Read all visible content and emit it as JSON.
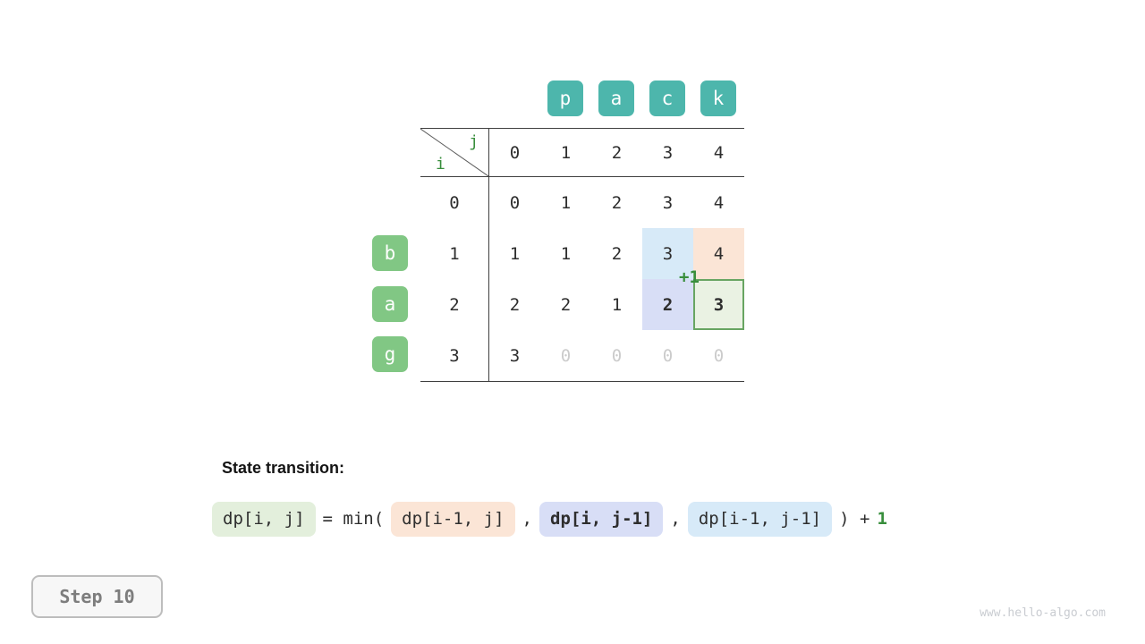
{
  "table": {
    "axis": {
      "i": "i",
      "j": "j"
    },
    "top_chips": [
      "p",
      "a",
      "c",
      "k"
    ],
    "side_chips": [
      "b",
      "a",
      "g"
    ],
    "header": [
      "0",
      "1",
      "2",
      "3",
      "4"
    ],
    "rows": [
      {
        "index": "0",
        "cells": [
          "0",
          "1",
          "2",
          "3",
          "4"
        ]
      },
      {
        "index": "1",
        "cells": [
          "1",
          "1",
          "2",
          "3",
          "4"
        ]
      },
      {
        "index": "2",
        "cells": [
          "2",
          "2",
          "1",
          "2",
          "3"
        ]
      },
      {
        "index": "3",
        "cells": [
          "3",
          "0",
          "0",
          "0",
          "0"
        ]
      }
    ],
    "annotation": "+1"
  },
  "formula": {
    "heading": "State transition:",
    "result_chip": "dp[i, j]",
    "equals_min": "= min(",
    "chip_up": "dp[i-1, j]",
    "comma1": ",",
    "chip_left": "dp[i, j-1]",
    "comma2": ",",
    "chip_diag": "dp[i-1, j-1]",
    "close_paren": ") +",
    "increment": "1"
  },
  "footer": {
    "step_label": "Step 10",
    "watermark": "www.hello-algo.com"
  },
  "colors": {
    "teal_chip": "#4db6ac",
    "green_chip": "#81c784",
    "accent_green": "#388e3c",
    "highlight_peach": "#fbe5d6",
    "highlight_lavender": "#d8def6",
    "highlight_blue": "#d7eaf8",
    "highlight_green_fill": "#eaf2e3",
    "highlight_green_border": "#68a562",
    "dimmed_value": "#cbcbcb"
  }
}
